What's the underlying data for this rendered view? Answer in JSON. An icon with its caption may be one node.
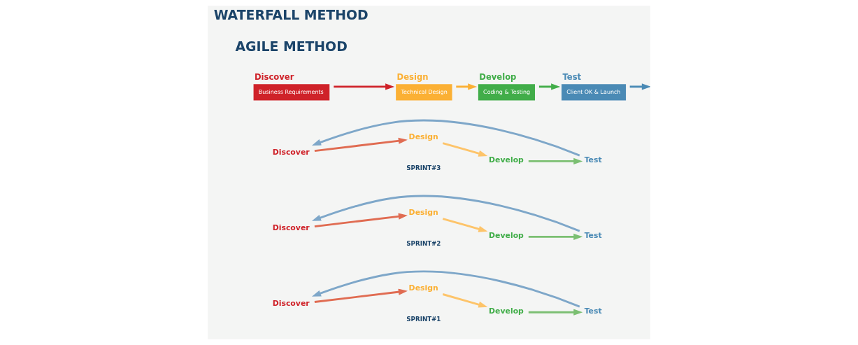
{
  "diagram": {
    "nodes": [
      {
        "text": [
          "Discover",
          "Business Requirements"
        ]
      },
      {
        "text": [
          "Design",
          "Technical Design"
        ]
      },
      {
        "text": [
          "Develop",
          "Coding & Testing"
        ]
      },
      {
        "text": [
          "Test",
          "Client OK & Launch"
        ]
      },
      {
        "text": [
          "Discover"
        ]
      },
      {
        "text": [
          "Design"
        ]
      },
      {
        "text": [
          "Develop"
        ]
      },
      {
        "text": [
          "Test"
        ]
      },
      {
        "text": [
          "Discover"
        ]
      },
      {
        "text": [
          "Design"
        ]
      },
      {
        "text": [
          "Develop"
        ]
      },
      {
        "text": [
          "Test"
        ]
      },
      {
        "text": [
          "Discover"
        ]
      },
      {
        "text": [
          "Design"
        ]
      },
      {
        "text": [
          "Develop"
        ]
      },
      {
        "text": [
          "Test"
        ]
      }
    ],
    "edges": [
      {
        "from": 0,
        "to": 1,
        "arrow": "to",
        "color": "#cf2229"
      },
      {
        "from": 1,
        "to": 2,
        "arrow": "to",
        "color": "#fbb034"
      },
      {
        "from": 2,
        "to": 3,
        "arrow": "to",
        "color": "#41ad49"
      },
      {
        "from": 3,
        "to": null,
        "arrow": "to",
        "color": "#4a8ab5"
      },
      {
        "from": 4,
        "to": 5,
        "arrow": "to",
        "color": "#e06c52"
      },
      {
        "from": 5,
        "to": 6,
        "arrow": "to",
        "color": "#fdc46a"
      },
      {
        "from": 6,
        "to": 7,
        "arrow": "to",
        "color": "#7bbf72"
      },
      {
        "from": 7,
        "to": 4,
        "arrow": "to",
        "color": "#7ea7c9"
      },
      {
        "from": 8,
        "to": 9,
        "arrow": "to",
        "color": "#e06c52"
      },
      {
        "from": 9,
        "to": 10,
        "arrow": "to",
        "color": "#fdc46a"
      },
      {
        "from": 10,
        "to": 11,
        "arrow": "to",
        "color": "#7bbf72"
      },
      {
        "from": 11,
        "to": 8,
        "arrow": "to",
        "color": "#7ea7c9"
      },
      {
        "from": 12,
        "to": 13,
        "arrow": "to",
        "color": "#e06c52"
      },
      {
        "from": 13,
        "to": 14,
        "arrow": "to",
        "color": "#fdc46a"
      },
      {
        "from": 14,
        "to": 15,
        "arrow": "to",
        "color": "#7bbf72"
      },
      {
        "from": 15,
        "to": 12,
        "arrow": "to",
        "color": "#7ea7c9"
      }
    ],
    "labels": [
      "AGILE METHOD",
      "SPRINT#1",
      "SPRINT#2",
      "SPRINT#3",
      "WATERFALL METHOD"
    ]
  }
}
